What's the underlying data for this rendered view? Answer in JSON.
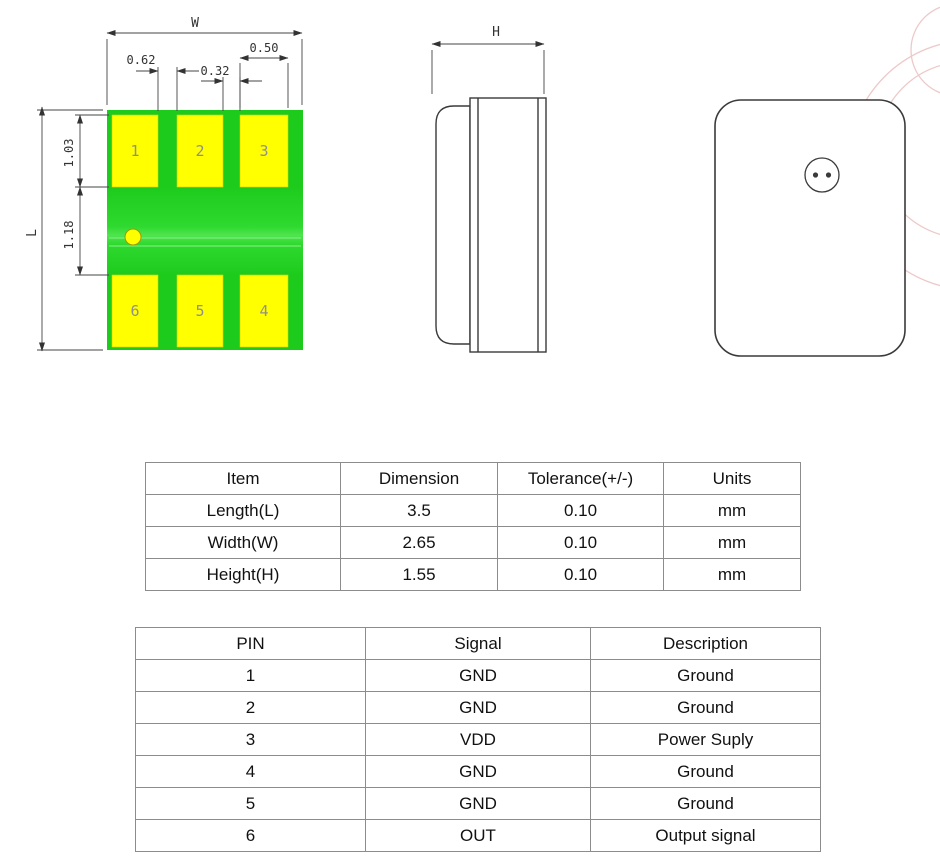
{
  "colors": {
    "board_green": "#1dcb1d",
    "pad_yellow": "#ffff00",
    "line": "#333333",
    "arc_pink": "#edc9c9"
  },
  "footprint_view": {
    "label_w": "W",
    "label_l": "L",
    "dim_pad_width": "0.50",
    "dim_pitch": "0.62",
    "dim_gap": "0.32",
    "dim_pad_length": "1.03",
    "dim_mid_gap": "1.18",
    "pads_top": [
      "1",
      "2",
      "3"
    ],
    "pads_bottom": [
      "6",
      "5",
      "4"
    ]
  },
  "side_view": {
    "label_h": "H"
  },
  "dimension_table": {
    "headers": [
      "Item",
      "Dimension",
      "Tolerance(+/-)",
      "Units"
    ],
    "rows": [
      [
        "Length(L)",
        "3.5",
        "0.10",
        "mm"
      ],
      [
        "Width(W)",
        "2.65",
        "0.10",
        "mm"
      ],
      [
        "Height(H)",
        "1.55",
        "0.10",
        "mm"
      ]
    ]
  },
  "pin_table": {
    "headers": [
      "PIN",
      "Signal",
      "Description"
    ],
    "rows": [
      [
        "1",
        "GND",
        "Ground"
      ],
      [
        "2",
        "GND",
        "Ground"
      ],
      [
        "3",
        "VDD",
        "Power Suply"
      ],
      [
        "4",
        "GND",
        "Ground"
      ],
      [
        "5",
        "GND",
        "Ground"
      ],
      [
        "6",
        "OUT",
        "Output signal"
      ]
    ]
  }
}
